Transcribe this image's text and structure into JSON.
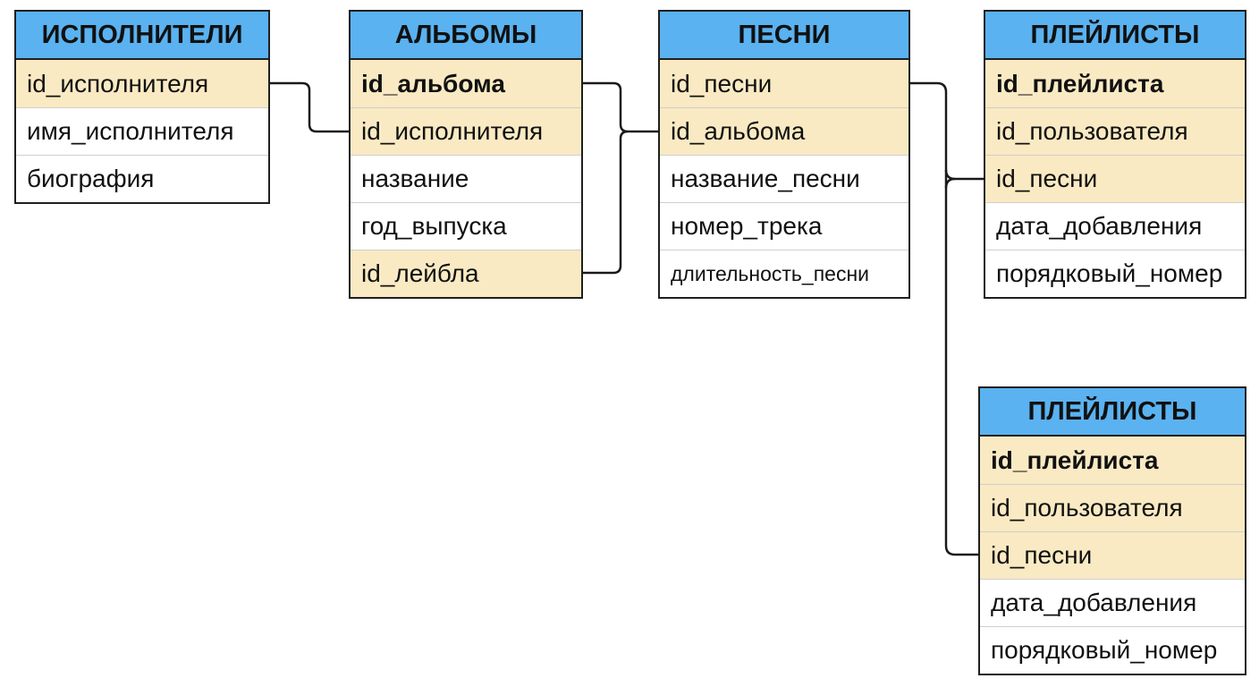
{
  "entities": [
    {
      "title": "ИСПОЛНИТЕЛИ",
      "fields": [
        {
          "name": "id_исполнителя",
          "key": true,
          "pk": false
        },
        {
          "name": "имя_исполнителя",
          "key": false,
          "pk": false
        },
        {
          "name": "биография",
          "key": false,
          "pk": false
        }
      ]
    },
    {
      "title": "АЛЬБОМЫ",
      "fields": [
        {
          "name": "id_альбома",
          "key": true,
          "pk": true
        },
        {
          "name": "id_исполнителя",
          "key": true,
          "pk": false
        },
        {
          "name": "название",
          "key": false,
          "pk": false
        },
        {
          "name": "год_выпуска",
          "key": false,
          "pk": false
        },
        {
          "name": "id_лейбла",
          "key": true,
          "pk": false
        }
      ]
    },
    {
      "title": "ПЕСНИ",
      "fields": [
        {
          "name": "id_песни",
          "key": true,
          "pk": false
        },
        {
          "name": "id_альбома",
          "key": true,
          "pk": false
        },
        {
          "name": "название_песни",
          "key": false,
          "pk": false
        },
        {
          "name": "номер_трека",
          "key": false,
          "pk": false
        },
        {
          "name": "длительность_песни",
          "key": false,
          "pk": false
        }
      ]
    },
    {
      "title": "ПЛЕЙЛИСТЫ",
      "fields": [
        {
          "name": "id_плейлиста",
          "key": true,
          "pk": true
        },
        {
          "name": "id_пользователя",
          "key": true,
          "pk": false
        },
        {
          "name": "id_песни",
          "key": true,
          "pk": false
        },
        {
          "name": "дата_добавления",
          "key": false,
          "pk": false
        },
        {
          "name": "порядковый_номер",
          "key": false,
          "pk": false
        }
      ]
    },
    {
      "title": "ПЛЕЙЛИСТЫ",
      "fields": [
        {
          "name": "id_плейлиста",
          "key": true,
          "pk": true
        },
        {
          "name": "id_пользователя",
          "key": true,
          "pk": false
        },
        {
          "name": "id_песни",
          "key": true,
          "pk": false
        },
        {
          "name": "дата_добавления",
          "key": false,
          "pk": false
        },
        {
          "name": "порядковый_номер",
          "key": false,
          "pk": false
        }
      ]
    }
  ],
  "colors": {
    "header": "#5ab2f0",
    "key_row": "#faeac3",
    "border": "#1f1f1f",
    "row_divider": "#cfcfcf"
  }
}
